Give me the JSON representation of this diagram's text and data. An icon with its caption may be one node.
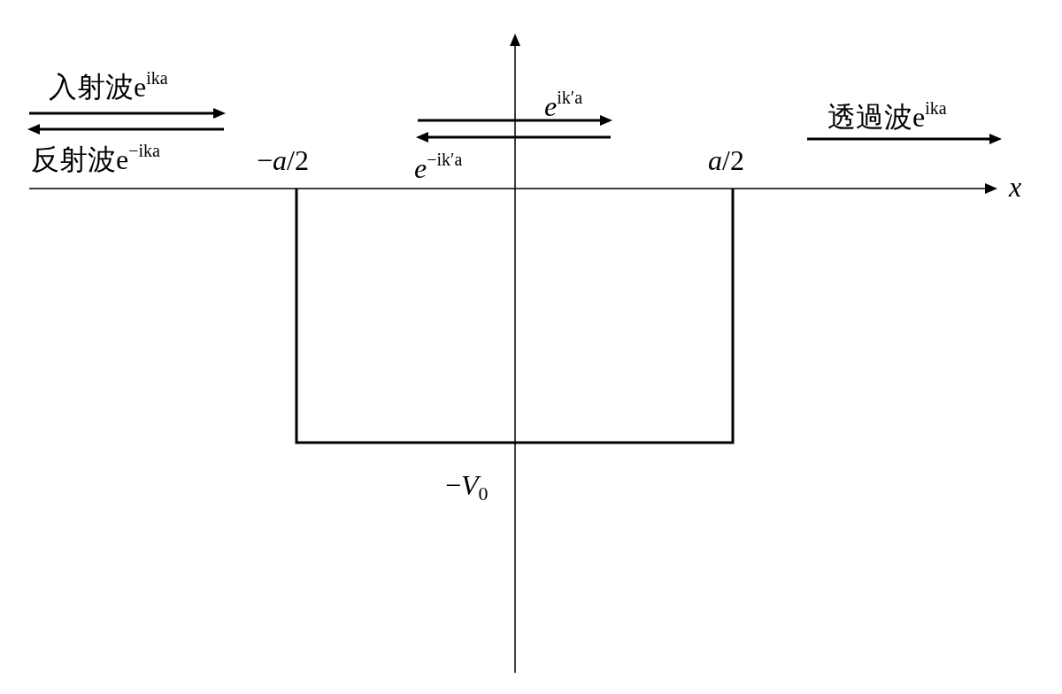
{
  "diagram": {
    "labels": [
      "入射波e$^{ika}$",
      "*e*$^{ik′a}$",
      "透過波e$^{ika}$",
      "反射波e$^{−ika}$",
      "−*a*/2",
      "*e*$^{−ik′a}$",
      "*a*/2",
      "*x*",
      "−*V*$_{0}$"
    ]
  }
}
